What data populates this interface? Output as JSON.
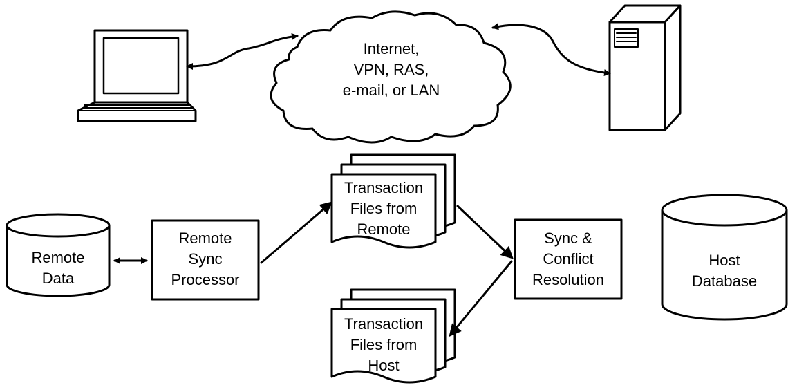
{
  "network_cloud": {
    "lines": [
      "Internet,",
      "VPN, RAS,",
      "e-mail, or LAN"
    ]
  },
  "remote_data": {
    "lines": [
      "Remote",
      "Data"
    ]
  },
  "remote_sync_processor": {
    "lines": [
      "Remote",
      "Sync",
      "Processor"
    ]
  },
  "transaction_files_remote": {
    "lines": [
      "Transaction",
      "Files from",
      "Remote"
    ]
  },
  "transaction_files_host": {
    "lines": [
      "Transaction",
      "Files from",
      "Host"
    ]
  },
  "sync_conflict_resolution": {
    "lines": [
      "Sync &",
      "Conflict",
      "Resolution"
    ]
  },
  "host_database": {
    "lines": [
      "Host",
      "Database"
    ]
  }
}
